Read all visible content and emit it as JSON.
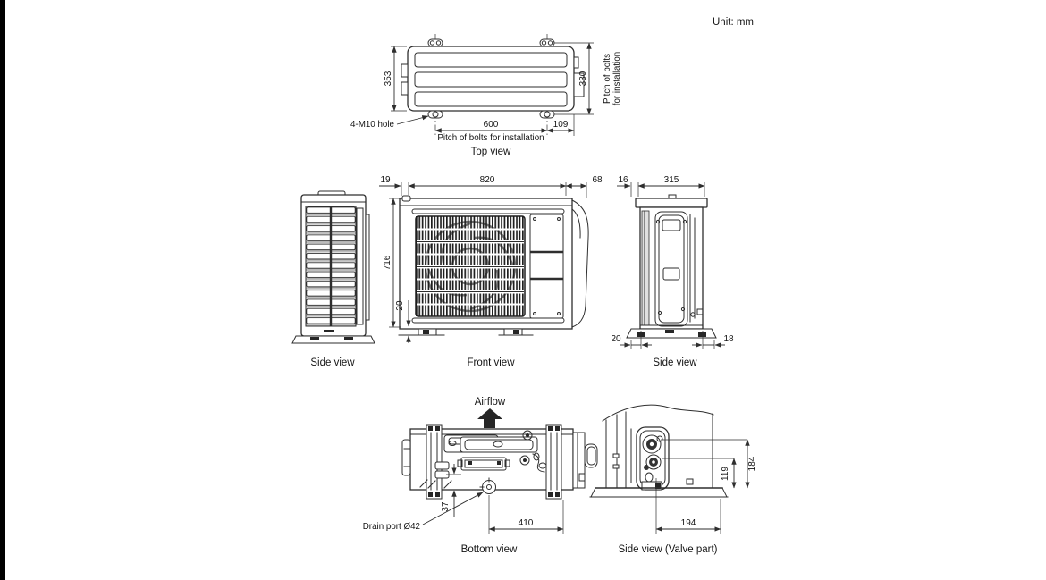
{
  "unit_note": "Unit: mm",
  "colors": {
    "line": "#2e2e2e",
    "text": "#141414",
    "background": "#ffffff"
  },
  "top_view": {
    "label": "Top view",
    "dim_depth": "353",
    "dim_bolt_pitch_depth": "330",
    "dim_bolt_pitch_width": "600",
    "dim_bolt_to_edge": "109",
    "hole_note": "4-M10 hole",
    "pitch_note_bottom": "Pitch of bolts for installation",
    "pitch_note_right_line1": "Pitch of bolts",
    "pitch_note_right_line2": "for installation"
  },
  "side_view_left": {
    "label": "Side view"
  },
  "front_view": {
    "label": "Front view",
    "dim_left_offset": "19",
    "dim_width": "820",
    "dim_right_offset": "68",
    "dim_height": "716",
    "dim_base_height": "20"
  },
  "side_view_right": {
    "label": "Side view",
    "dim_front_offset": "16",
    "dim_depth": "315",
    "dim_base_front": "20",
    "dim_base_rear": "18"
  },
  "bottom_view": {
    "label": "Bottom view",
    "airflow_label": "Airflow",
    "dim_drain_depth": "37",
    "dim_drain_from_right": "410",
    "drain_note": "Drain port Ø42"
  },
  "valve_view": {
    "label": "Side view (Valve part)",
    "dim_gas_valve_height": "184",
    "dim_liquid_valve_height": "119",
    "dim_valve_from_right": "194"
  }
}
